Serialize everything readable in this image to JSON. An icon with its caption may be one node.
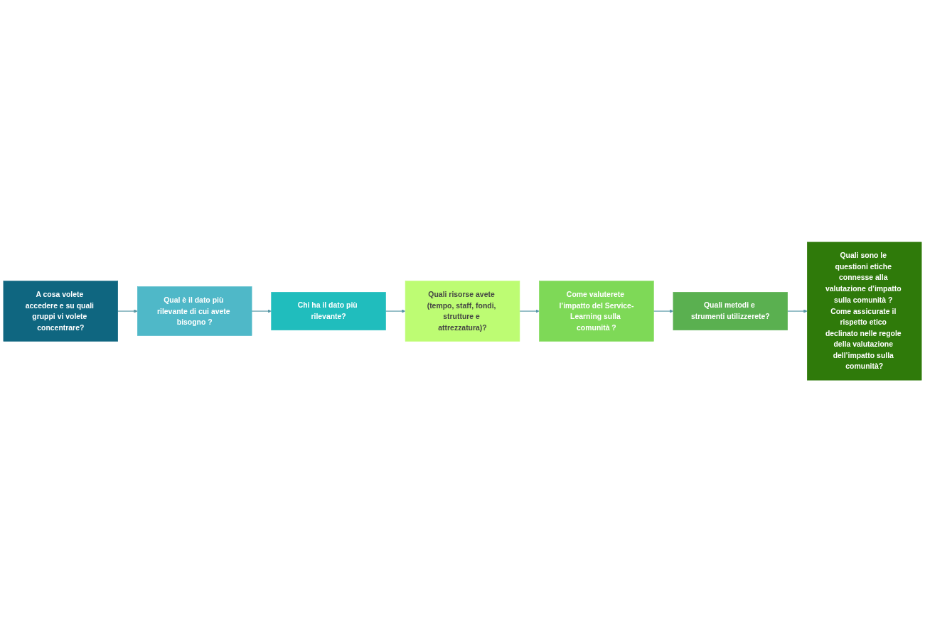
{
  "diagram": {
    "nodes": [
      {
        "text": [
          "A cosa volete accedere e su quali gruppi vi volete concentrare?"
        ]
      },
      {
        "text": [
          "Qual è il dato più rilevante di cui avete bisogno ?"
        ]
      },
      {
        "text": [
          "Chi ha il dato più rilevante?"
        ]
      },
      {
        "text": [
          "Quali risorse avete (tempo, staff, fondi, strutture e attrezzatura)?"
        ]
      },
      {
        "text": [
          "Come valuterete l’impatto del Service-Learning sulla comunità ?"
        ]
      },
      {
        "text": [
          "Quali metodi e strumenti utilizzerete?"
        ]
      },
      {
        "text": [
          "Quali sono le questioni etiche connesse alla valutazione d’impatto sulla comunità ? Come assicurate il rispetto etico declinato nelle regole della valutazione dell’impatto sulla comunità?"
        ]
      }
    ],
    "edges": [
      {
        "from": 0,
        "to": 1,
        "arrow": "to"
      },
      {
        "from": 1,
        "to": 2,
        "arrow": "to"
      },
      {
        "from": 2,
        "to": 3,
        "arrow": "to"
      },
      {
        "from": 3,
        "to": 4,
        "arrow": "to"
      },
      {
        "from": 4,
        "to": 5,
        "arrow": "to"
      },
      {
        "from": 5,
        "to": 6,
        "arrow": "to"
      }
    ]
  }
}
